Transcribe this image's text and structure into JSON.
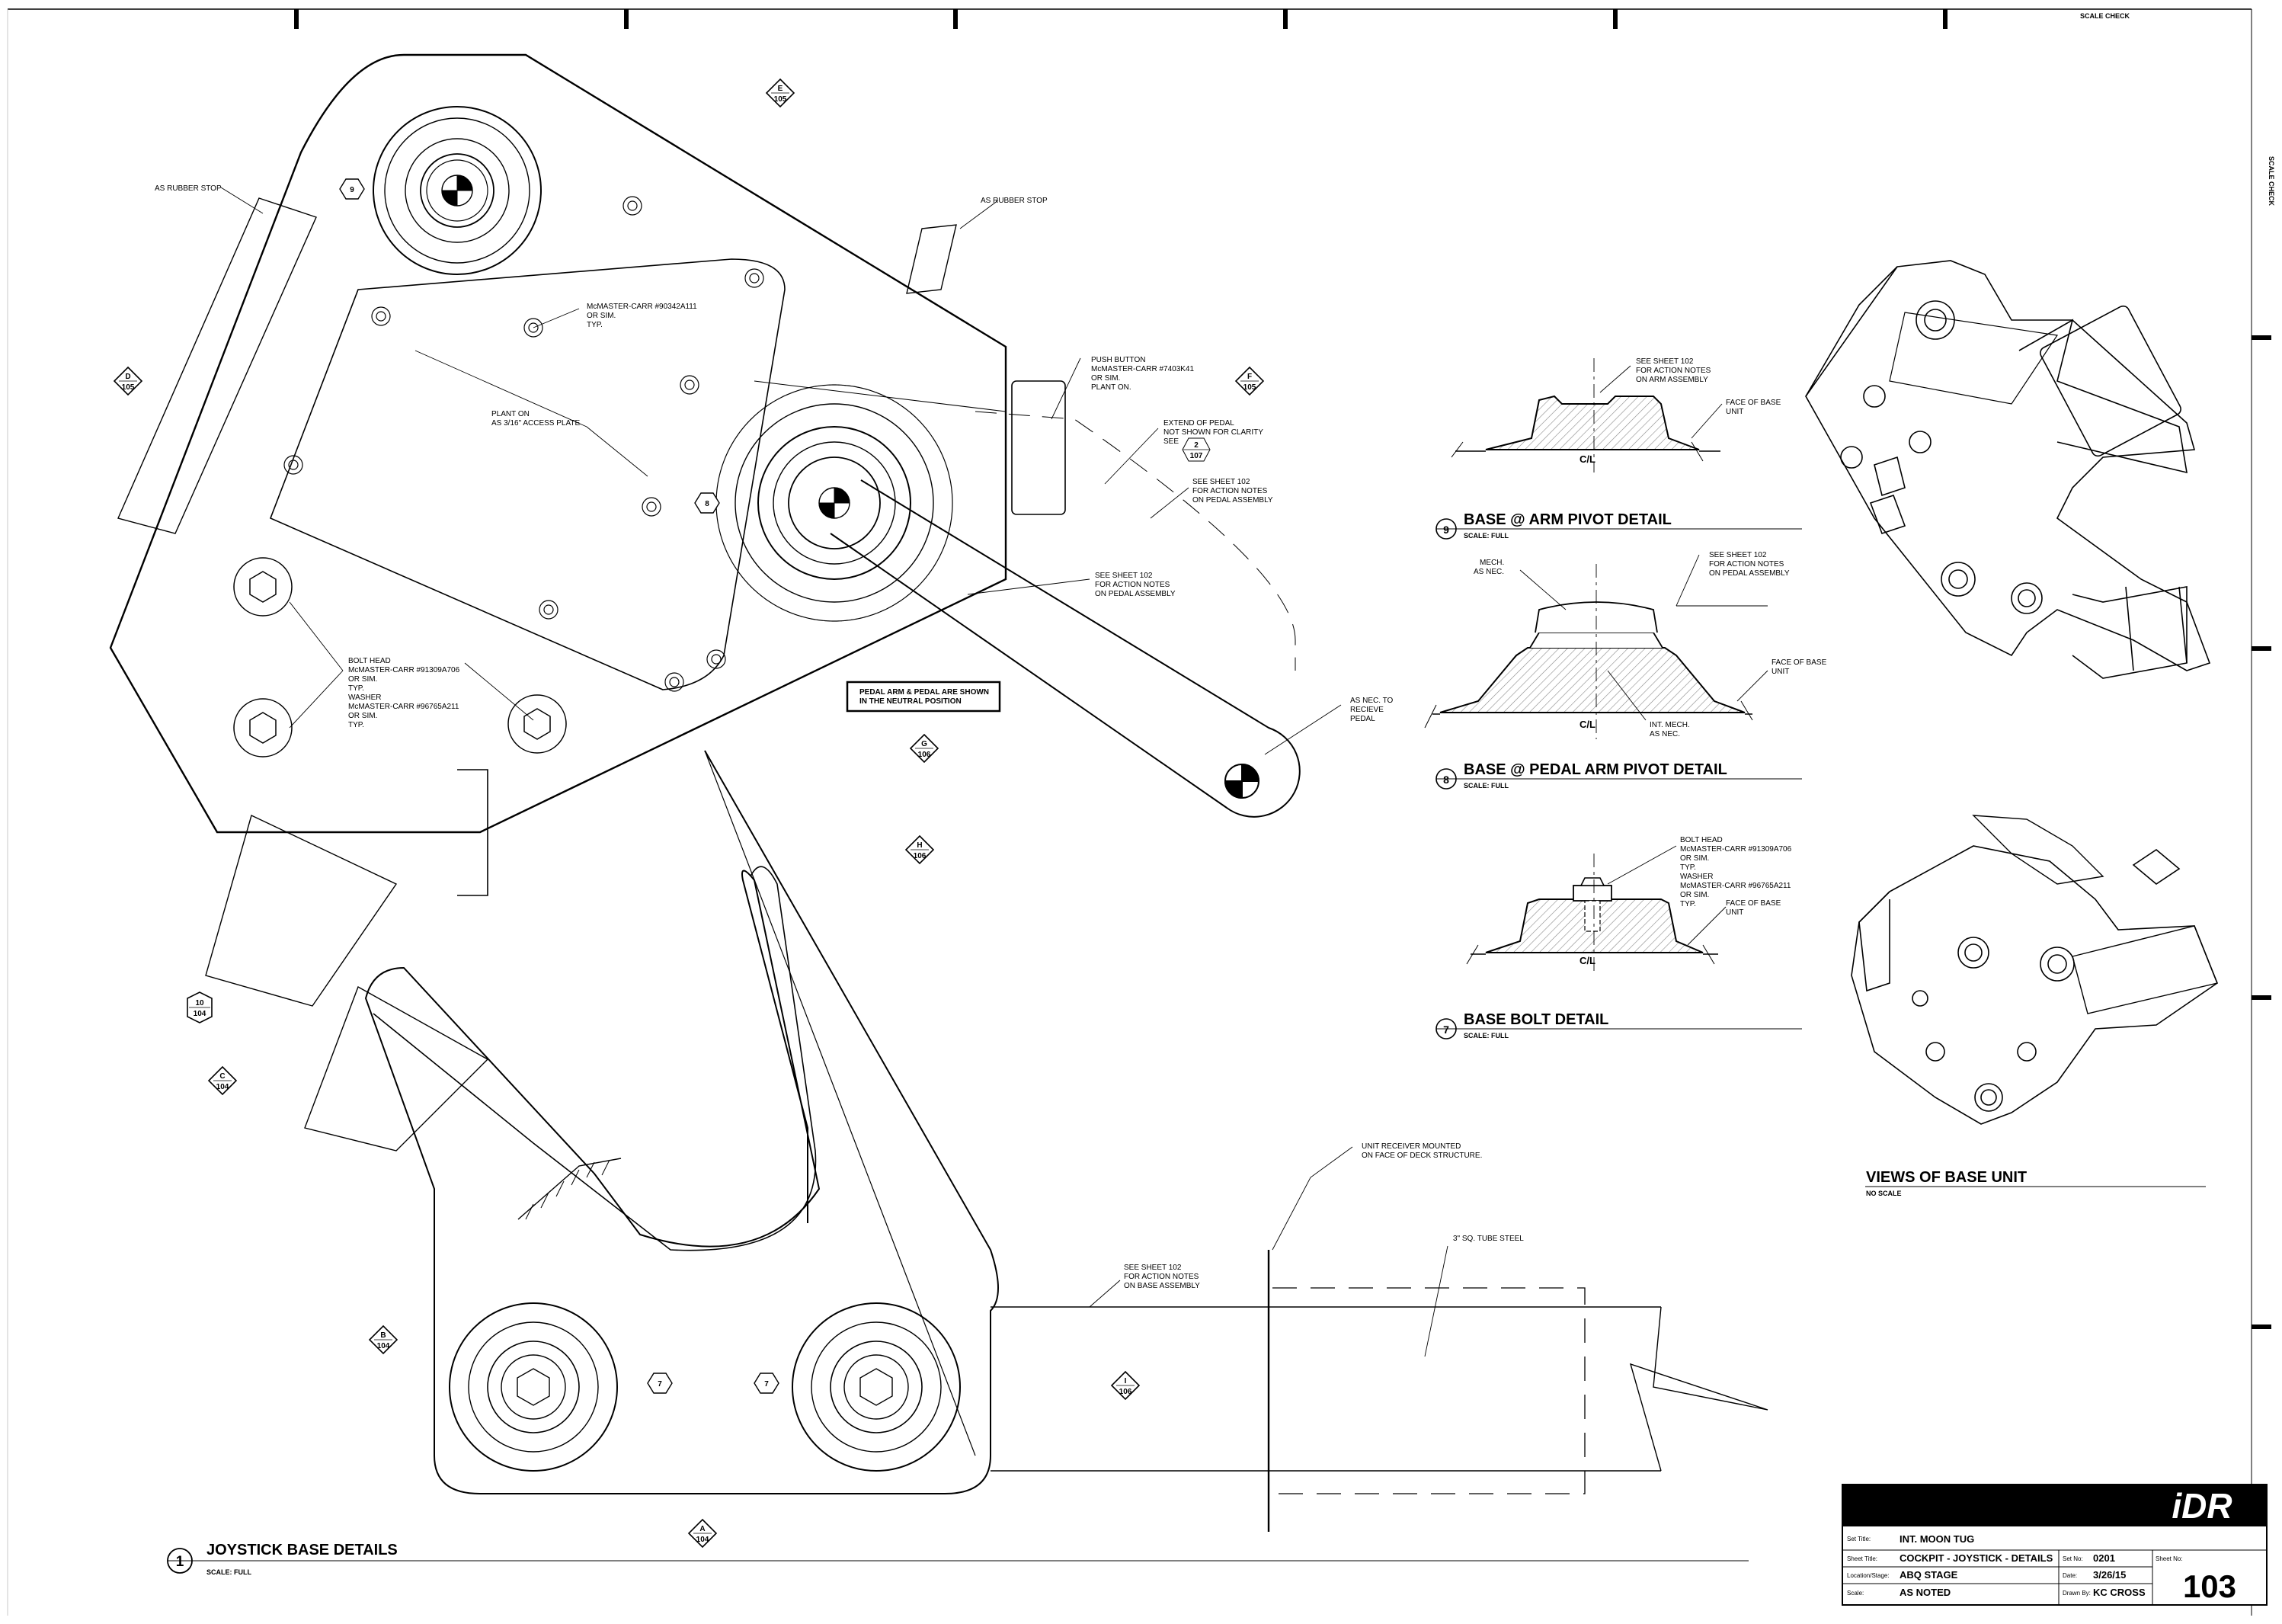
{
  "sheet": {
    "scale_check_top": "SCALE CHECK",
    "scale_check_side": "SCALE CHECK"
  },
  "main_view": {
    "number": "1",
    "title": "JOYSTICK BASE DETAILS",
    "scale": "SCALE: FULL",
    "notes": {
      "rubber_stop_left": "AS RUBBER STOP",
      "rubber_stop_right": "AS RUBBER STOP",
      "mcmaster_screw": [
        "McMASTER-CARR #90342A111",
        "OR SIM.",
        "TYP."
      ],
      "access_plate": [
        "PLANT ON",
        "AS 3/16\" ACCESS PLATE"
      ],
      "push_button": [
        "PUSH BUTTON",
        "McMASTER-CARR #7403K41",
        "OR SIM.",
        "PLANT ON."
      ],
      "extend_pedal": [
        "EXTEND OF PEDAL",
        "NOT SHOWN FOR CLARITY",
        "SEE"
      ],
      "see_2_107": {
        "top": "2",
        "bottom": "107"
      },
      "pedal_assembly_1": [
        "SEE SHEET 102",
        "FOR ACTION NOTES",
        "ON PEDAL ASSEMBLY"
      ],
      "pedal_assembly_2": [
        "SEE SHEET 102",
        "FOR ACTION NOTES",
        "ON PEDAL ASSEMBLY"
      ],
      "bolt_head": [
        "BOLT HEAD",
        "McMASTER-CARR #91309A706",
        "OR SIM.",
        "TYP.",
        "WASHER",
        "McMASTER-CARR #96765A211",
        "OR SIM.",
        "TYP."
      ],
      "neutral_position": [
        "PEDAL ARM & PEDAL ARE SHOWN",
        "IN THE NEUTRAL POSITION"
      ],
      "as_nec": [
        "AS NEC. TO",
        "RECIEVE",
        "PEDAL"
      ],
      "unit_receiver": [
        "UNIT RECEIVER MOUNTED",
        "ON FACE OF DECK STRUCTURE."
      ],
      "tube_steel": "3\" SQ. TUBE STEEL",
      "base_assembly": [
        "SEE SHEET 102",
        "FOR ACTION NOTES",
        "ON BASE ASSEMBLY"
      ]
    },
    "callouts": [
      {
        "top": "E",
        "bottom": "105"
      },
      {
        "top": "D",
        "bottom": "105"
      },
      {
        "top": "F",
        "bottom": "105"
      },
      {
        "top": "G",
        "bottom": "106"
      },
      {
        "top": "H",
        "bottom": "106"
      },
      {
        "top": "10",
        "bottom": "104"
      },
      {
        "top": "C",
        "bottom": "104"
      },
      {
        "top": "B",
        "bottom": "104"
      },
      {
        "top": "I",
        "bottom": "106"
      },
      {
        "top": "A",
        "bottom": "104"
      }
    ],
    "detail_tags": {
      "d9": "9",
      "d8": "8",
      "d7a": "7",
      "d7b": "7"
    }
  },
  "detail_9": {
    "number": "9",
    "title": "BASE @  ARM  PIVOT DETAIL",
    "scale": "SCALE: FULL",
    "cl": "C/L",
    "note_sheet": [
      "SEE SHEET 102",
      "FOR ACTION NOTES",
      "ON ARM ASSEMBLY"
    ],
    "note_face": [
      "FACE OF BASE",
      "UNIT"
    ]
  },
  "detail_8": {
    "number": "8",
    "title": "BASE @ PEDAL ARM  PIVOT DETAIL",
    "scale": "SCALE: FULL",
    "cl": "C/L",
    "note_mech": [
      "MECH.",
      "AS NEC."
    ],
    "note_sheet": [
      "SEE SHEET 102",
      "FOR ACTION NOTES",
      "ON PEDAL ASSEMBLY"
    ],
    "note_face": [
      "FACE OF BASE",
      "UNIT"
    ],
    "note_int": [
      "INT. MECH.",
      "AS NEC."
    ]
  },
  "detail_7": {
    "number": "7",
    "title": "BASE BOLT DETAIL",
    "scale": "SCALE: FULL",
    "cl": "C/L",
    "note_bolt": [
      "BOLT HEAD",
      "McMASTER-CARR #91309A706",
      "OR SIM.",
      "TYP.",
      "WASHER",
      "McMASTER-CARR #96765A211",
      "OR SIM.",
      "TYP."
    ],
    "note_face": [
      "FACE OF BASE",
      "UNIT"
    ]
  },
  "views": {
    "title": "VIEWS OF BASE UNIT",
    "scale": "NO SCALE"
  },
  "title_block": {
    "logo": "iDR",
    "set_title_label": "Set Title:",
    "set_title": "INT. MOON TUG",
    "sheet_title_label": "Sheet Title:",
    "sheet_title": "COCKPIT - JOYSTICK - DETAILS",
    "set_no_label": "Set No:",
    "set_no": "0201",
    "sheet_no_label": "Sheet No:",
    "sheet_no": "103",
    "location_label": "Location/Stage:",
    "location": "ABQ STAGE",
    "date_label": "Date:",
    "date": "3/26/15",
    "scale_label": "Scale:",
    "scale": "AS NOTED",
    "drawn_label": "Drawn By:",
    "drawn": "KC CROSS"
  }
}
